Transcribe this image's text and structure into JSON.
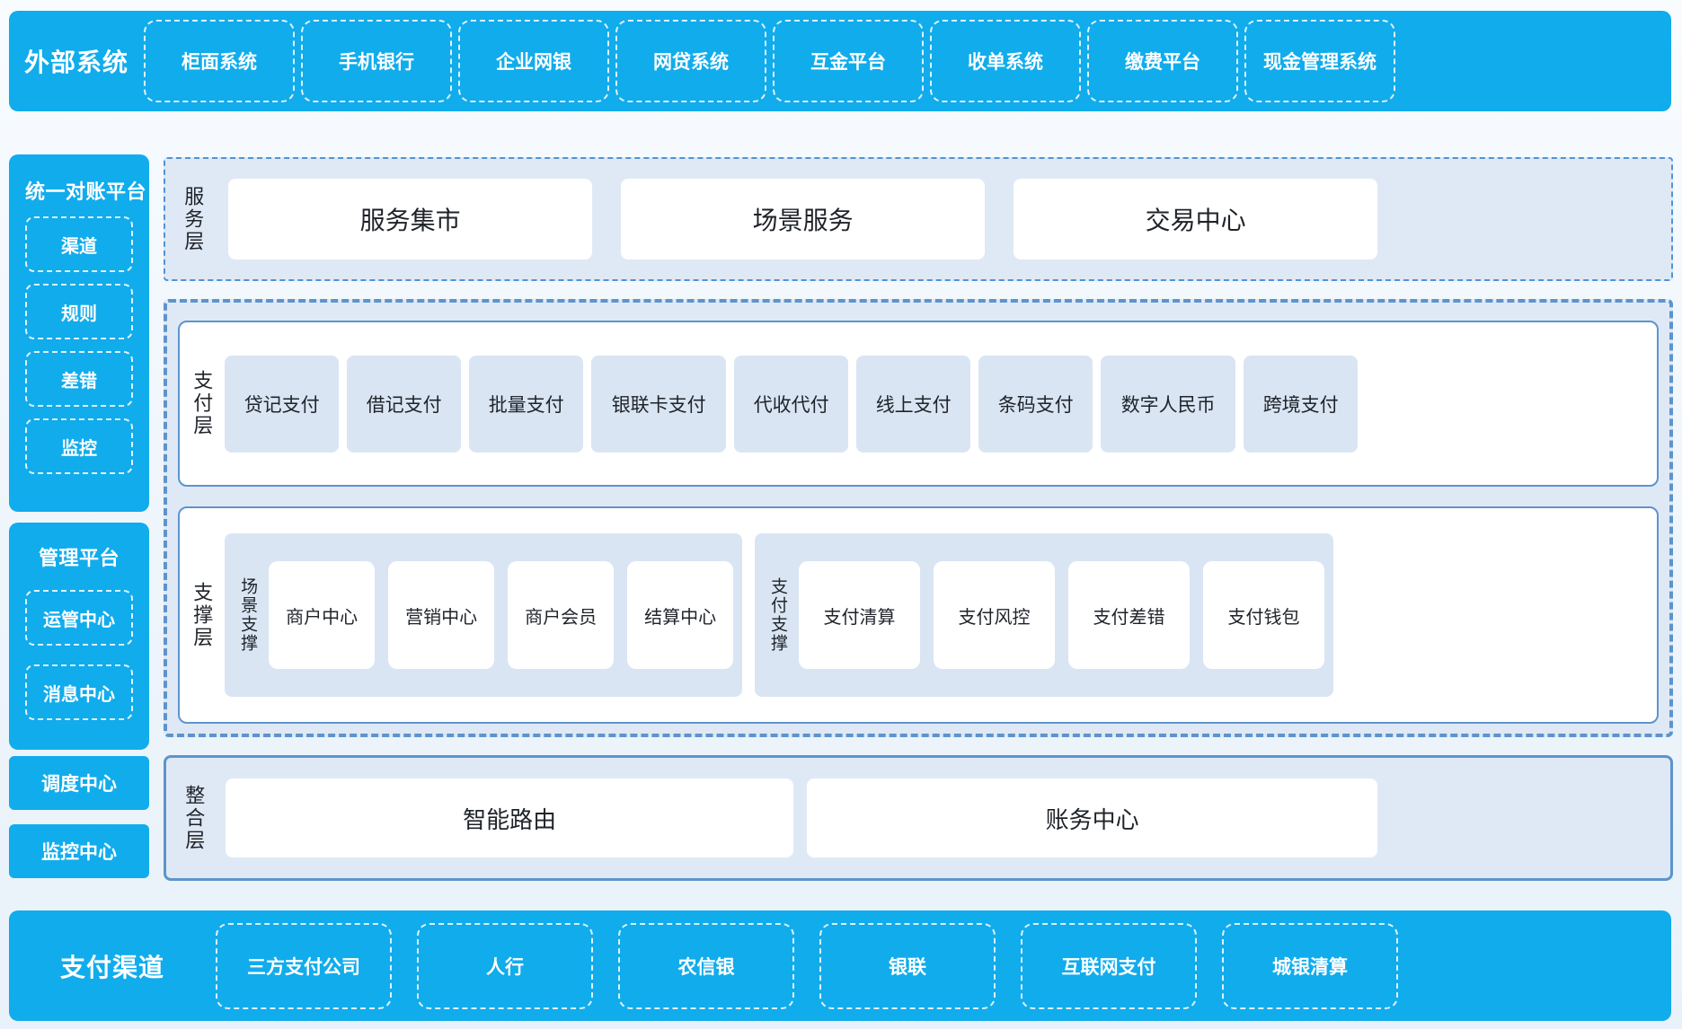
{
  "colors": {
    "cyan": "#11ACEC",
    "panel_bg": "#DFE9F6",
    "item_bg": "#D9E5F3",
    "border_blue": "#5D94CC",
    "text_dark": "#1F2329"
  },
  "external_systems": {
    "title": "外部系统",
    "items": [
      "柜面系统",
      "手机银行",
      "企业网银",
      "网贷系统",
      "互金平台",
      "收单系统",
      "缴费平台",
      "现金管理系统"
    ]
  },
  "reconciliation_platform": {
    "title": "统一对账平台",
    "items": [
      "渠道",
      "规则",
      "差错",
      "监控"
    ]
  },
  "management_platform": {
    "title": "管理平台",
    "items": [
      "运管中心",
      "消息中心"
    ]
  },
  "standalone_boxes": [
    "调度中心",
    "监控中心"
  ],
  "service_layer": {
    "label": "服务层",
    "items": [
      "服务集市",
      "场景服务",
      "交易中心"
    ]
  },
  "payment_layer": {
    "label": "支付层",
    "items": [
      "贷记支付",
      "借记支付",
      "批量支付",
      "银联卡支付",
      "代收代付",
      "线上支付",
      "条码支付",
      "数字人民币",
      "跨境支付"
    ]
  },
  "support_layer": {
    "label": "支撑层",
    "groups": [
      {
        "label": "场景支撑",
        "items": [
          "商户中心",
          "营销中心",
          "商户会员",
          "结算中心"
        ]
      },
      {
        "label": "支付支撑",
        "items": [
          "支付清算",
          "支付风控",
          "支付差错",
          "支付钱包"
        ]
      }
    ]
  },
  "integration_layer": {
    "label": "整合层",
    "items": [
      "智能路由",
      "账务中心"
    ]
  },
  "payment_channels": {
    "title": "支付渠道",
    "items": [
      "三方支付公司",
      "人行",
      "农信银",
      "银联",
      "互联网支付",
      "城银清算"
    ]
  }
}
